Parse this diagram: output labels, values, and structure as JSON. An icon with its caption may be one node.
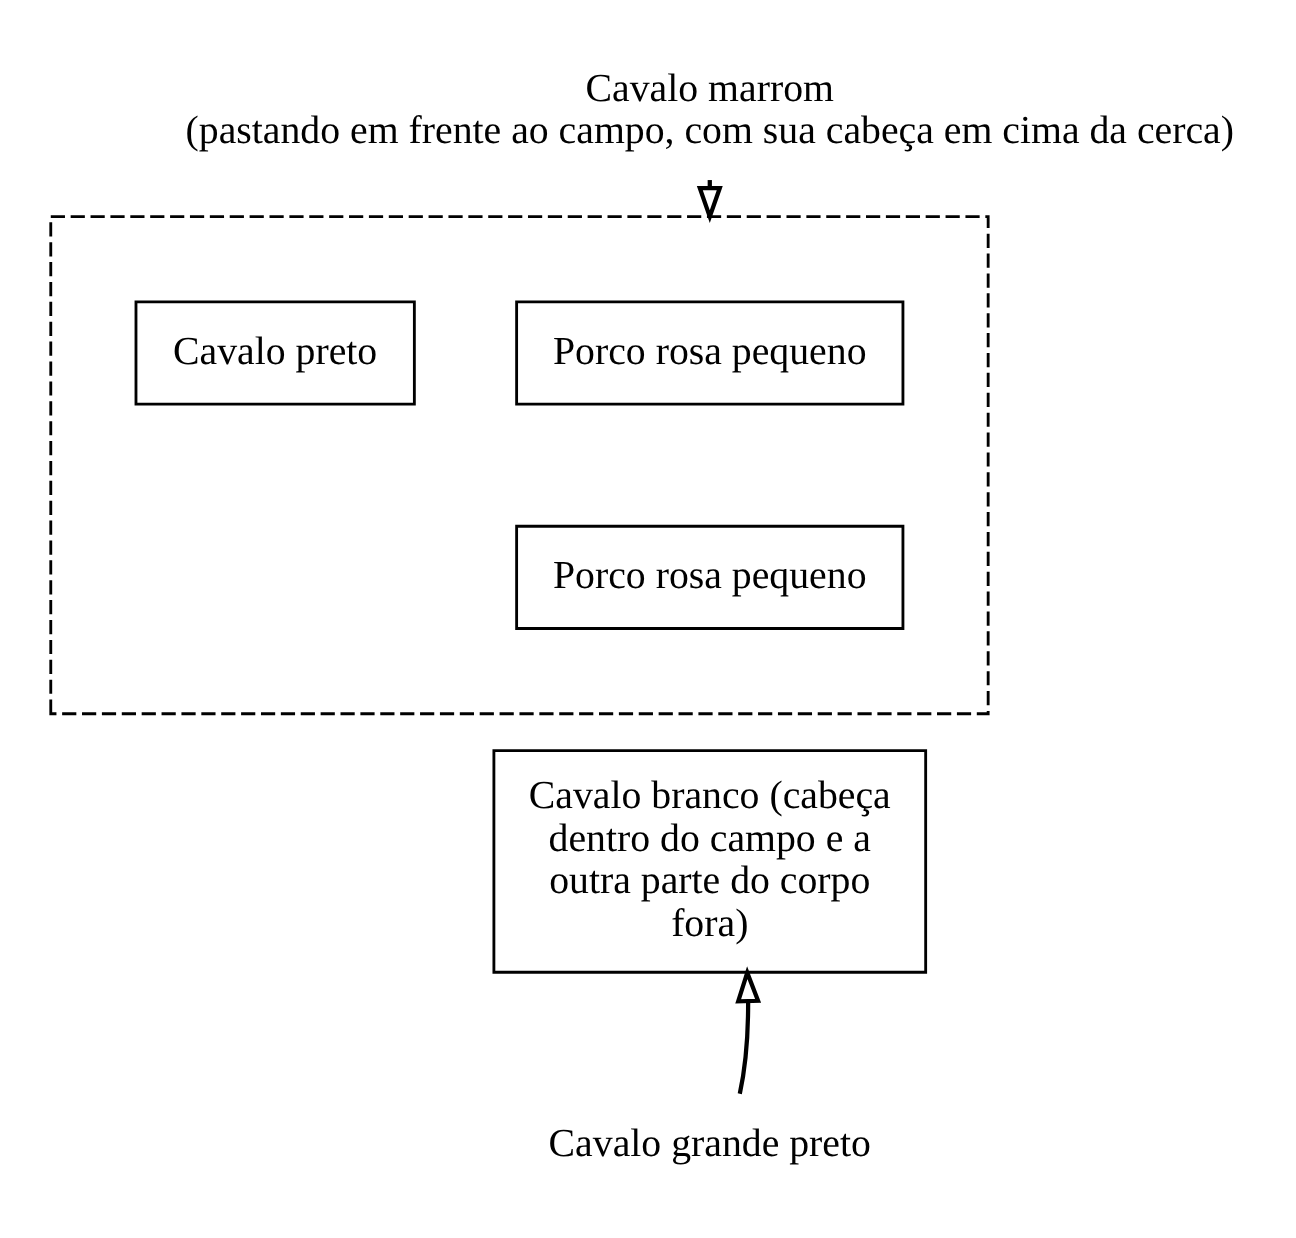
{
  "diagram": {
    "nodes": [
      {
        "text": [
          "Cavalo marrom",
          "(pastando em frente ao campo, com sua cabeça em cima da cerca)"
        ]
      },
      {
        "text": [],
        "shape": "box"
      },
      {
        "text": [
          "Porco rosa pequeno"
        ],
        "in": 1
      },
      {
        "text": [
          "Cavalo preto"
        ],
        "in": 1
      },
      {
        "text": [
          "Porco rosa pequeno"
        ],
        "in": 1
      },
      {
        "text": [
          "Cavalo branco (cabeça dentro do campo e a outra parte do corpo fora)"
        ]
      },
      {
        "text": [
          "Cavalo grande preto"
        ]
      }
    ],
    "edges": [
      {
        "from": 0,
        "to": 1,
        "arrow": "to"
      },
      {
        "from": 6,
        "to": 5,
        "arrow": "to"
      }
    ]
  }
}
